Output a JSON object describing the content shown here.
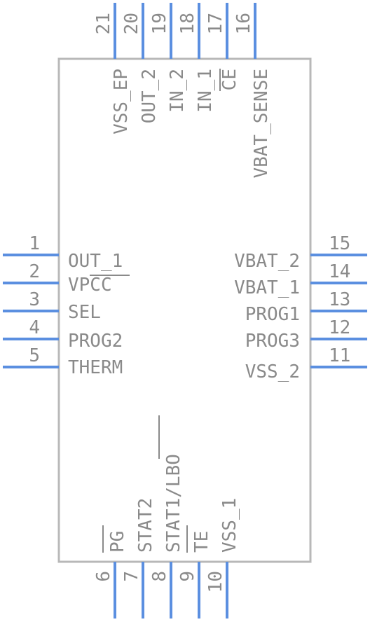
{
  "pins": {
    "left": [
      {
        "num": "1",
        "name": "OUT_1"
      },
      {
        "num": "2",
        "name": "VPCC"
      },
      {
        "num": "3",
        "name": "SEL"
      },
      {
        "num": "4",
        "name": "PROG2"
      },
      {
        "num": "5",
        "name": "THERM"
      }
    ],
    "right": [
      {
        "num": "15",
        "name": "VBAT_2"
      },
      {
        "num": "14",
        "name": "VBAT_1"
      },
      {
        "num": "13",
        "name": "PROG1"
      },
      {
        "num": "12",
        "name": "PROG3"
      },
      {
        "num": "11",
        "name": "VSS_2"
      }
    ],
    "top": [
      {
        "num": "21",
        "name": "VSS_EP"
      },
      {
        "num": "20",
        "name": "OUT_2"
      },
      {
        "num": "19",
        "name": "IN_2"
      },
      {
        "num": "18",
        "name": "IN_1"
      },
      {
        "num": "17",
        "name": "CE"
      },
      {
        "num": "16",
        "name": "VBAT_SENSE"
      }
    ],
    "bottom": [
      {
        "num": "6",
        "name": "PG"
      },
      {
        "num": "7",
        "name": "STAT2"
      },
      {
        "num": "8",
        "name": "STAT1/LBO"
      },
      {
        "num": "9",
        "name": "TE"
      },
      {
        "num": "10",
        "name": "VSS_1"
      }
    ]
  }
}
